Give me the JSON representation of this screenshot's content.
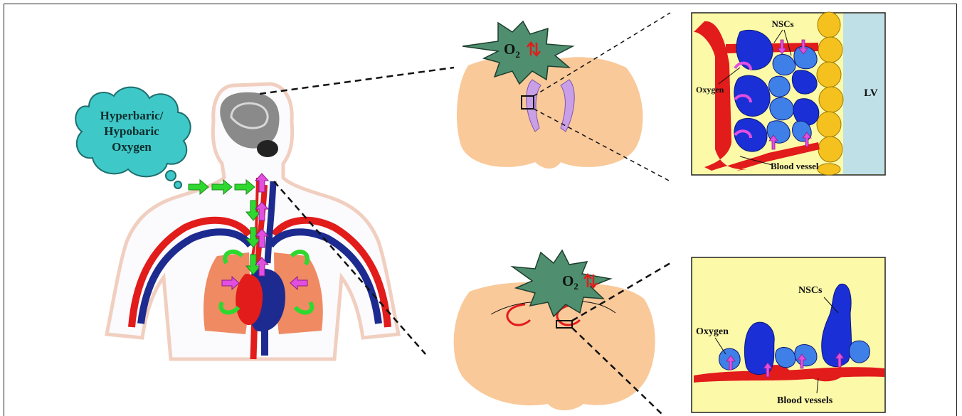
{
  "cloud": {
    "line1": "Hyperbaric/",
    "line2": "Hypobaric",
    "line3": "Oxygen"
  },
  "star": {
    "symbol": "O",
    "subscript": "2"
  },
  "panel_top": {
    "nsc_label": "NSCs",
    "oxygen_label": "Oxygen",
    "ventricle_label": "LV",
    "vessel_label": "Blood vessel"
  },
  "panel_bottom": {
    "nsc_label": "NSCs",
    "oxygen_label": "Oxygen",
    "vessel_label": "Blood vessels"
  },
  "colors": {
    "tissue": "#f9c99a",
    "ventricle": "#c9a0e8",
    "star": "#4f8f6f",
    "artery": "#e21b1b",
    "vein": "#1d2a8f",
    "lung": "#ef8a63",
    "nsc_dark": "#1a2fd6",
    "nsc_light": "#3f7fe8",
    "panel_bg": "#fcf9a8",
    "ependyma": "#f4c11f",
    "lv_bg": "#bfe0e6",
    "cloud": "#3fc8c8",
    "arrow_in": "#2fd82f",
    "arrow_out": "#e24fe0"
  }
}
